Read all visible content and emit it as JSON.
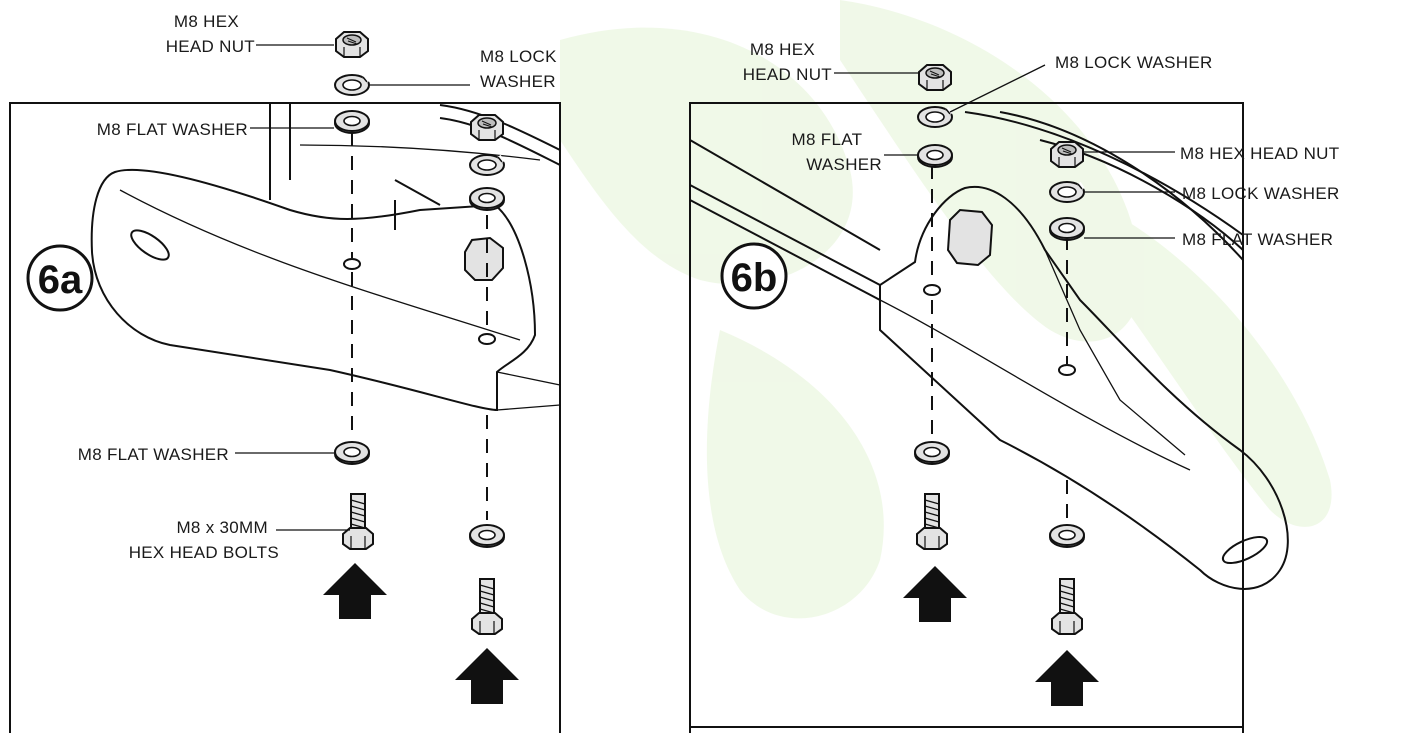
{
  "panel_a": {
    "step": "6a",
    "labels": {
      "hex_nut": [
        "M8 HEX",
        "HEAD NUT"
      ],
      "lock_washer": [
        "M8 LOCK",
        "WASHER"
      ],
      "flat_washer_top": "M8 FLAT WASHER",
      "flat_washer_bottom": "M8 FLAT WASHER",
      "bolts": [
        "M8 x 30MM",
        "HEX HEAD BOLTS"
      ]
    }
  },
  "panel_b": {
    "step": "6b",
    "labels": {
      "hex_nut_left": [
        "M8 HEX",
        "HEAD NUT"
      ],
      "lock_washer_left": "M8 LOCK WASHER",
      "flat_washer_left": [
        "M8 FLAT",
        "WASHER"
      ],
      "hex_nut_right": "M8 HEX HEAD NUT",
      "lock_washer_right": "M8 LOCK WASHER",
      "flat_washer_right": "M8 FLAT WASHER"
    }
  },
  "icons": [
    "hex-nut-icon",
    "lock-washer-icon",
    "flat-washer-icon",
    "hex-bolt-icon",
    "up-arrow-icon"
  ],
  "colors": {
    "line": "#111111",
    "part_fill": "#e3e3e3",
    "bracket_fill": "#ffffff",
    "watermark": "#c5e6a5"
  }
}
